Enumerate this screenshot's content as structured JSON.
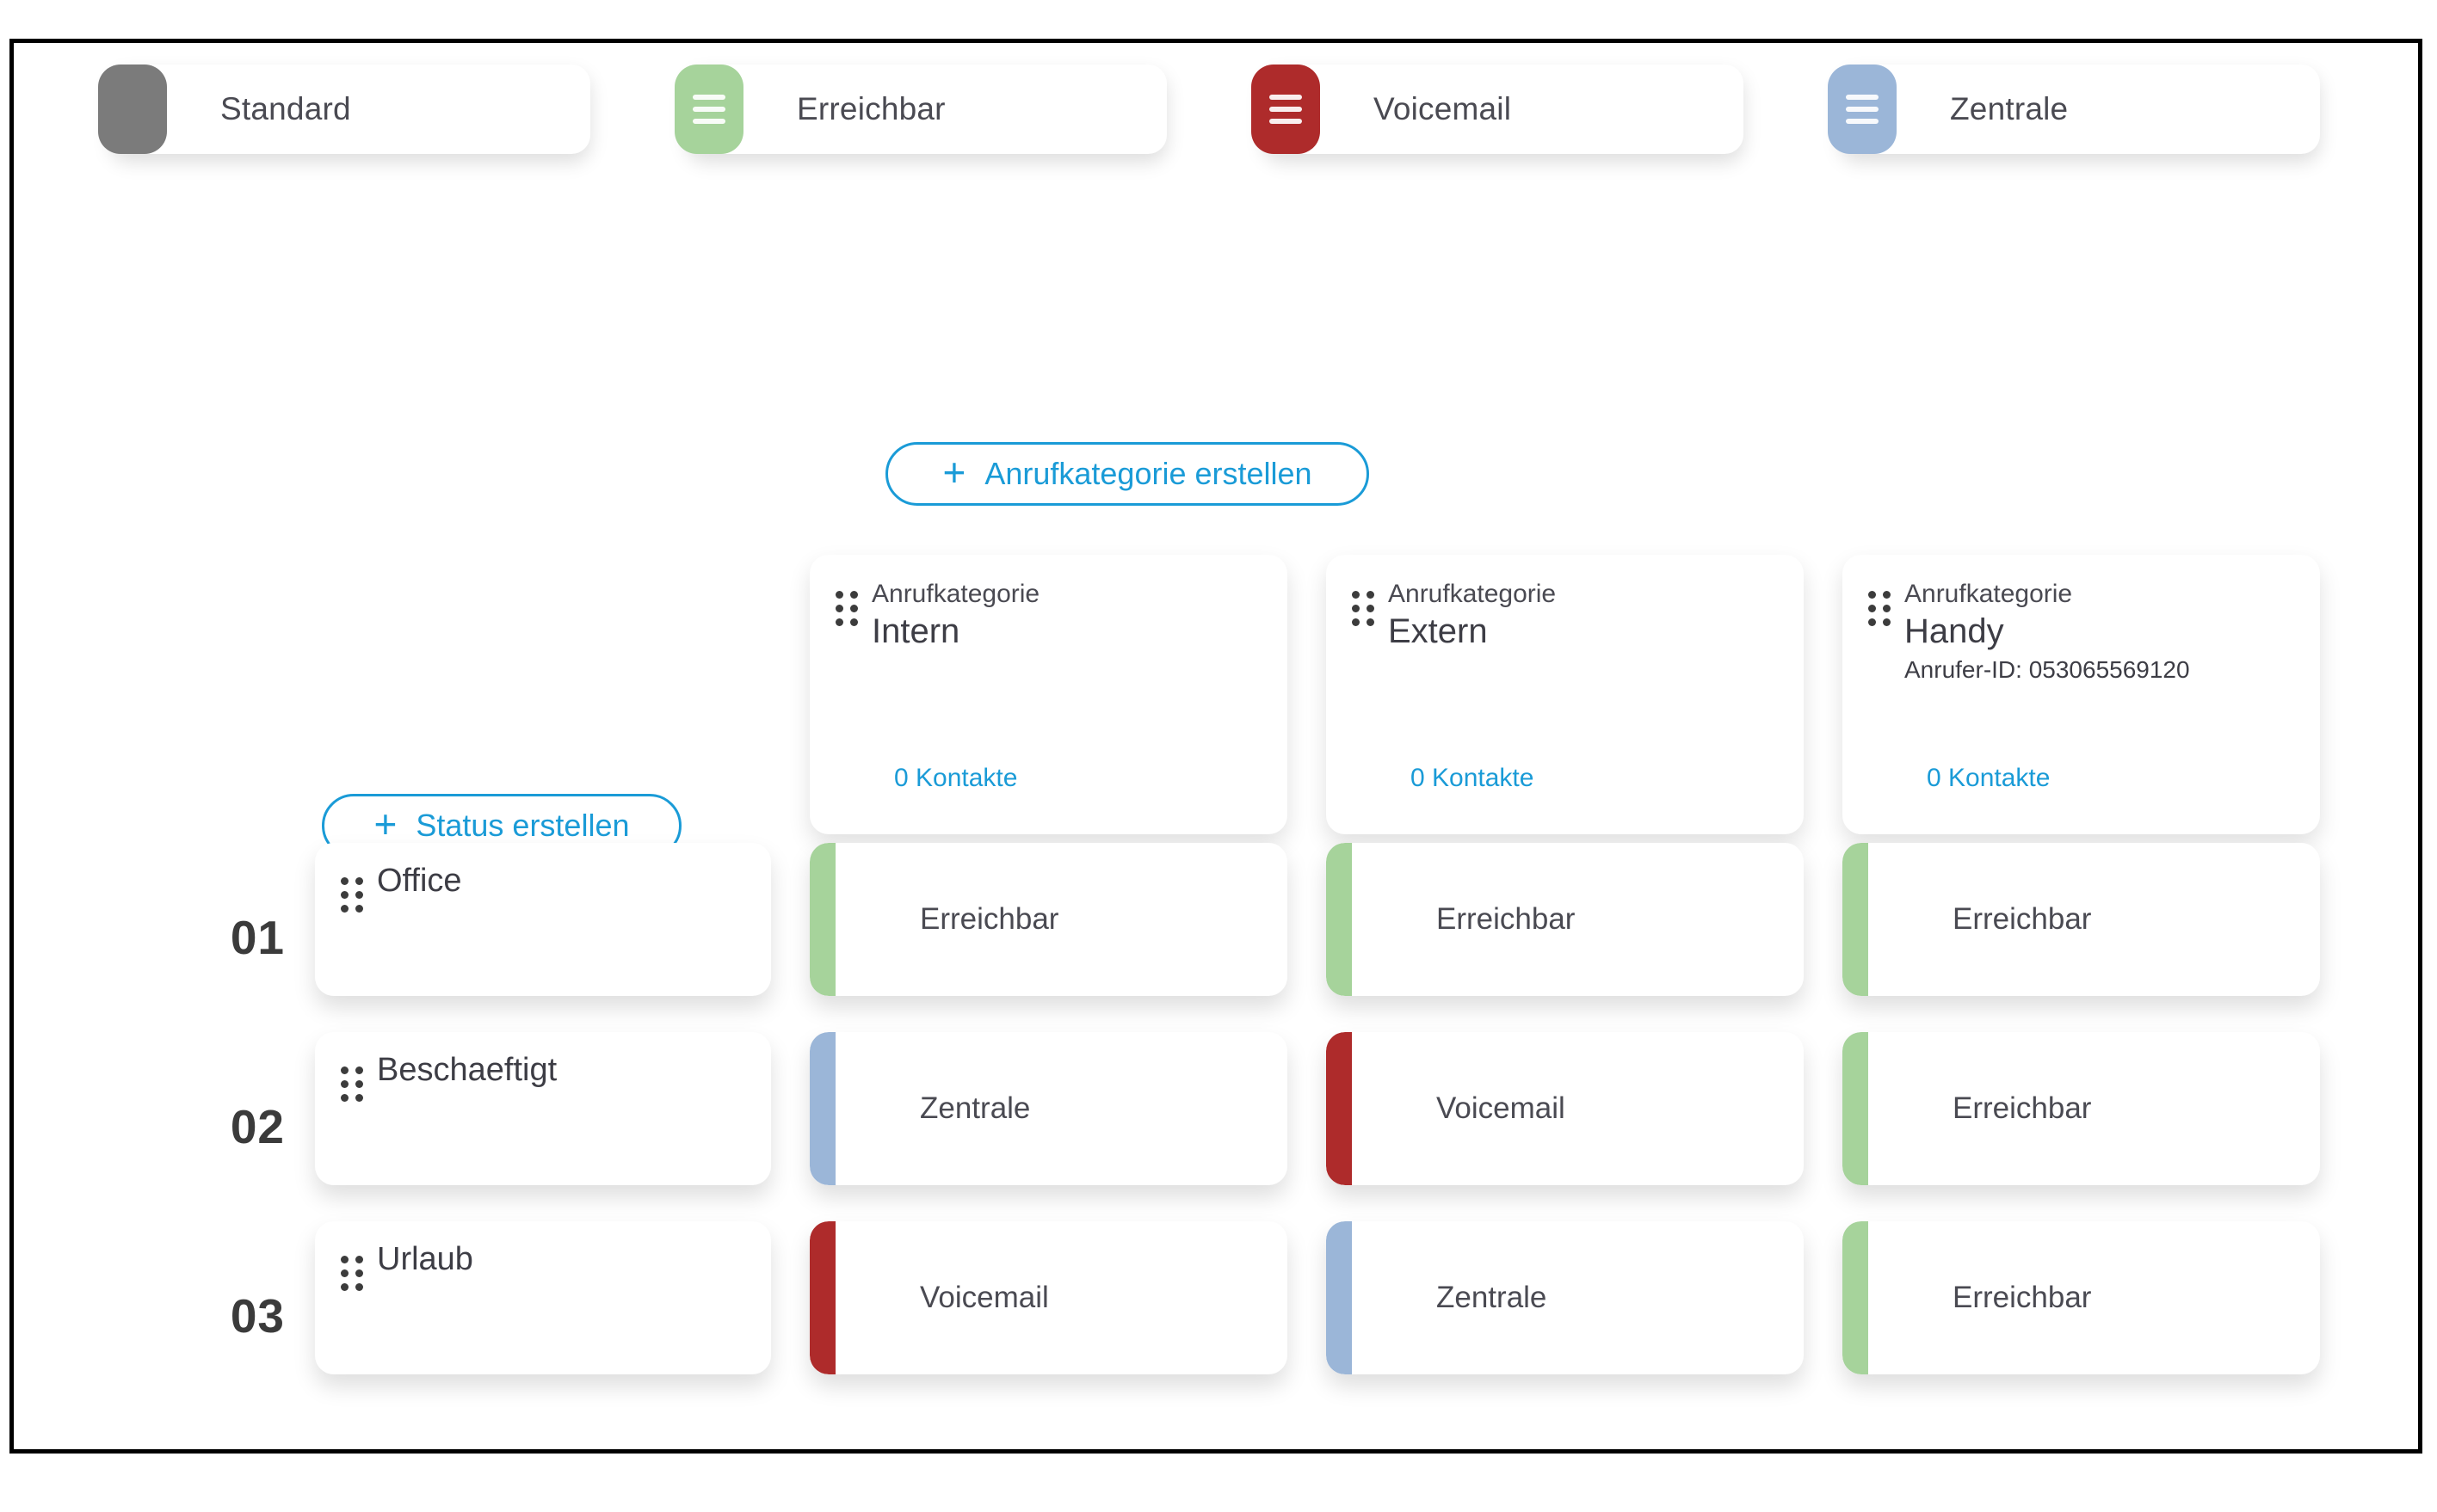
{
  "status_chips": [
    {
      "label": "Standard",
      "color": "#7b7b7b",
      "icon": "none"
    },
    {
      "label": "Erreichbar",
      "color": "#a6d39b",
      "icon": "hamburger-icon"
    },
    {
      "label": "Voicemail",
      "color": "#ae2b2b",
      "icon": "hamburger-icon"
    },
    {
      "label": "Zentrale",
      "color": "#9bb6d8",
      "icon": "hamburger-icon"
    }
  ],
  "buttons": {
    "create_category": "Anrufkategorie erstellen",
    "create_status": "Status erstellen",
    "plus_icon": "+"
  },
  "categories": [
    {
      "kicker": "Anrufkategorie",
      "title": "Intern",
      "subtitle": "",
      "contacts": "0 Kontakte"
    },
    {
      "kicker": "Anrufkategorie",
      "title": "Extern",
      "subtitle": "",
      "contacts": "0 Kontakte"
    },
    {
      "kicker": "Anrufkategorie",
      "title": "Handy",
      "subtitle": "Anrufer-ID: 053065569120",
      "contacts": "0 Kontakte"
    }
  ],
  "rows": [
    {
      "index": "01",
      "status": "Office",
      "cells": [
        {
          "label": "Erreichbar",
          "color": "#a6d39b"
        },
        {
          "label": "Erreichbar",
          "color": "#a6d39b"
        },
        {
          "label": "Erreichbar",
          "color": "#a6d39b"
        }
      ]
    },
    {
      "index": "02",
      "status": "Beschaeftigt",
      "cells": [
        {
          "label": "Zentrale",
          "color": "#9bb6d8"
        },
        {
          "label": "Voicemail",
          "color": "#ae2b2b"
        },
        {
          "label": "Erreichbar",
          "color": "#a6d39b"
        }
      ]
    },
    {
      "index": "03",
      "status": "Urlaub",
      "cells": [
        {
          "label": "Voicemail",
          "color": "#ae2b2b"
        },
        {
          "label": "Zentrale",
          "color": "#9bb6d8"
        },
        {
          "label": "Erreichbar",
          "color": "#a6d39b"
        }
      ]
    }
  ],
  "colors": {
    "accent": "#1A9BD7",
    "green": "#a6d39b",
    "red": "#ae2b2b",
    "blue": "#9bb6d8",
    "gray": "#7b7b7b",
    "text": "#4a4a52"
  }
}
